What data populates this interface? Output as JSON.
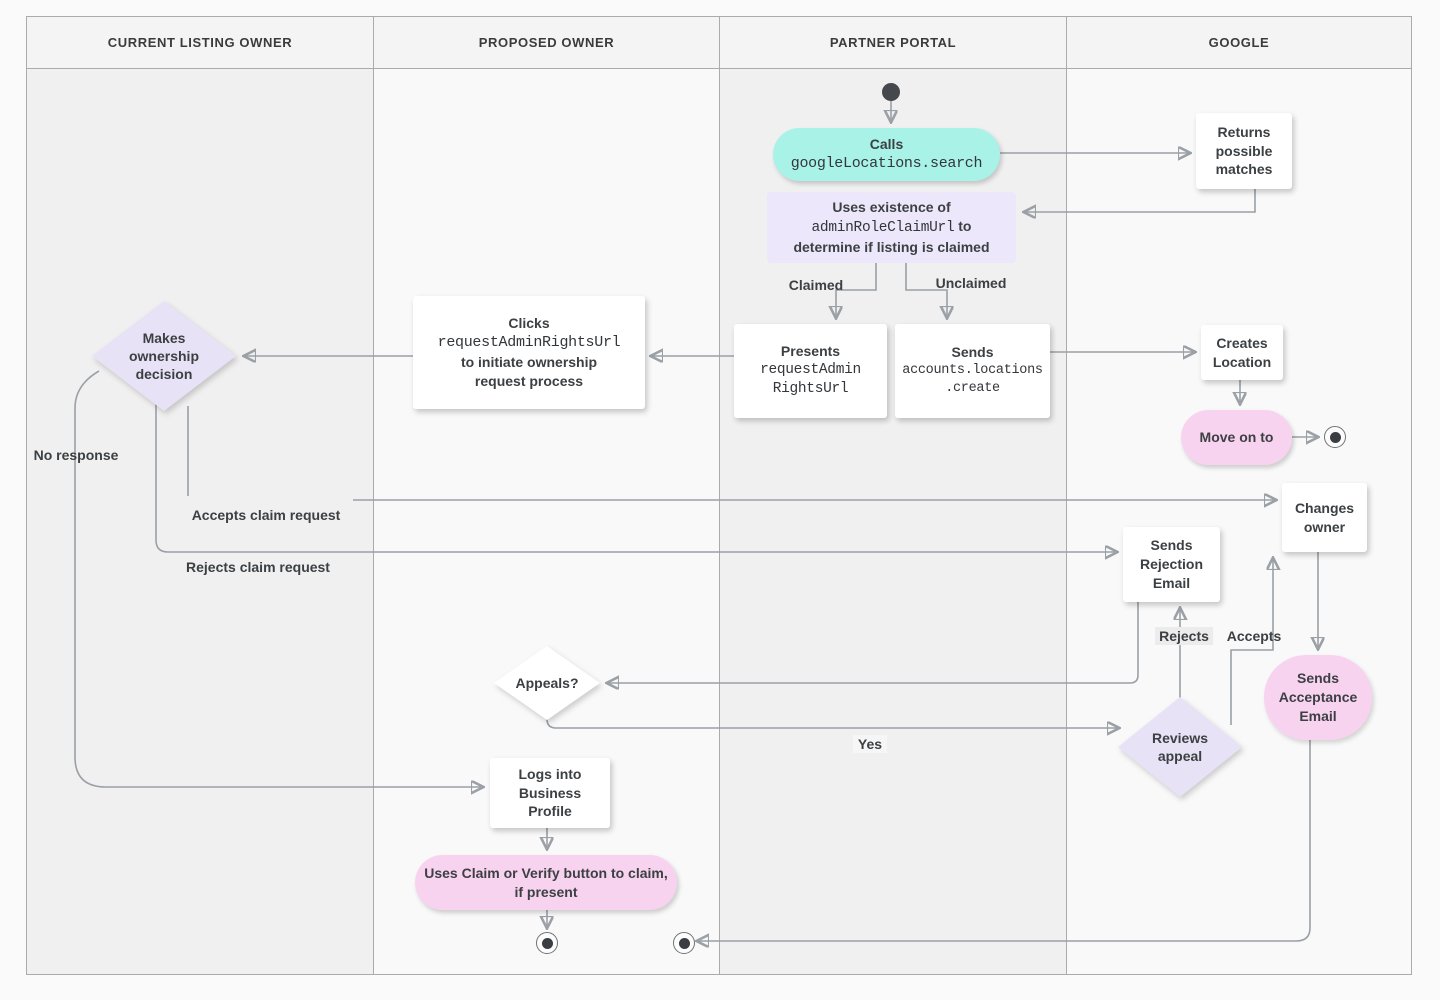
{
  "lanes": [
    {
      "label": "CURRENT LISTING OWNER"
    },
    {
      "label": "PROPOSED OWNER"
    },
    {
      "label": "PARTNER PORTAL"
    },
    {
      "label": "GOOGLE"
    }
  ],
  "nodes": {
    "calls_search": {
      "title": "Calls",
      "code": "googleLocations.search"
    },
    "returns_matches": {
      "text": "Returns possible matches"
    },
    "uses_existence": {
      "line1": "Uses existence of",
      "code": "adminRoleClaimUrl",
      "line2_suffix": " to",
      "line3": "determine if listing is claimed"
    },
    "presents": {
      "title": "Presents",
      "code_line1": "requestAdmin",
      "code_line2": "RightsUrl"
    },
    "sends_create": {
      "title": "Sends",
      "code_line1": "accounts.locations",
      "code_line2": ".create"
    },
    "clicks": {
      "title": "Clicks",
      "code": "requestAdminRightsUrl",
      "line3": "to initiate ownership",
      "line4": "request process"
    },
    "makes_decision": {
      "text": "Makes ownership decision"
    },
    "creates_location": {
      "text": "Creates Location"
    },
    "move_on": {
      "text": "Move on to"
    },
    "changes_owner": {
      "text": "Changes owner"
    },
    "sends_rejection": {
      "text": "Sends Rejection Email"
    },
    "sends_acceptance": {
      "text": "Sends Acceptance Email"
    },
    "reviews_appeal": {
      "text": "Reviews appeal"
    },
    "appeals": {
      "text": "Appeals?"
    },
    "logs_into": {
      "text": "Logs into Business Profile"
    },
    "claim_verify": {
      "text": "Uses Claim or Verify button to claim, if present"
    }
  },
  "edge_labels": {
    "claimed": "Claimed",
    "unclaimed": "Unclaimed",
    "no_response": "No response",
    "accepts_claim": "Accepts claim request",
    "rejects_claim": "Rejects claim request",
    "rejects": "Rejects",
    "accepts": "Accepts",
    "yes": "Yes"
  },
  "colors": {
    "teal_accent": "#a9f2e7",
    "lavender_accent": "#ece7fa",
    "lavender_diamond": "#e8e2f6",
    "pink_accent": "#f8d3f0",
    "line_gray": "#9aa0a6",
    "text_dark": "#3c4043",
    "lane_gray": "#f0f0f0",
    "lane_light": "#f9f9f9"
  }
}
